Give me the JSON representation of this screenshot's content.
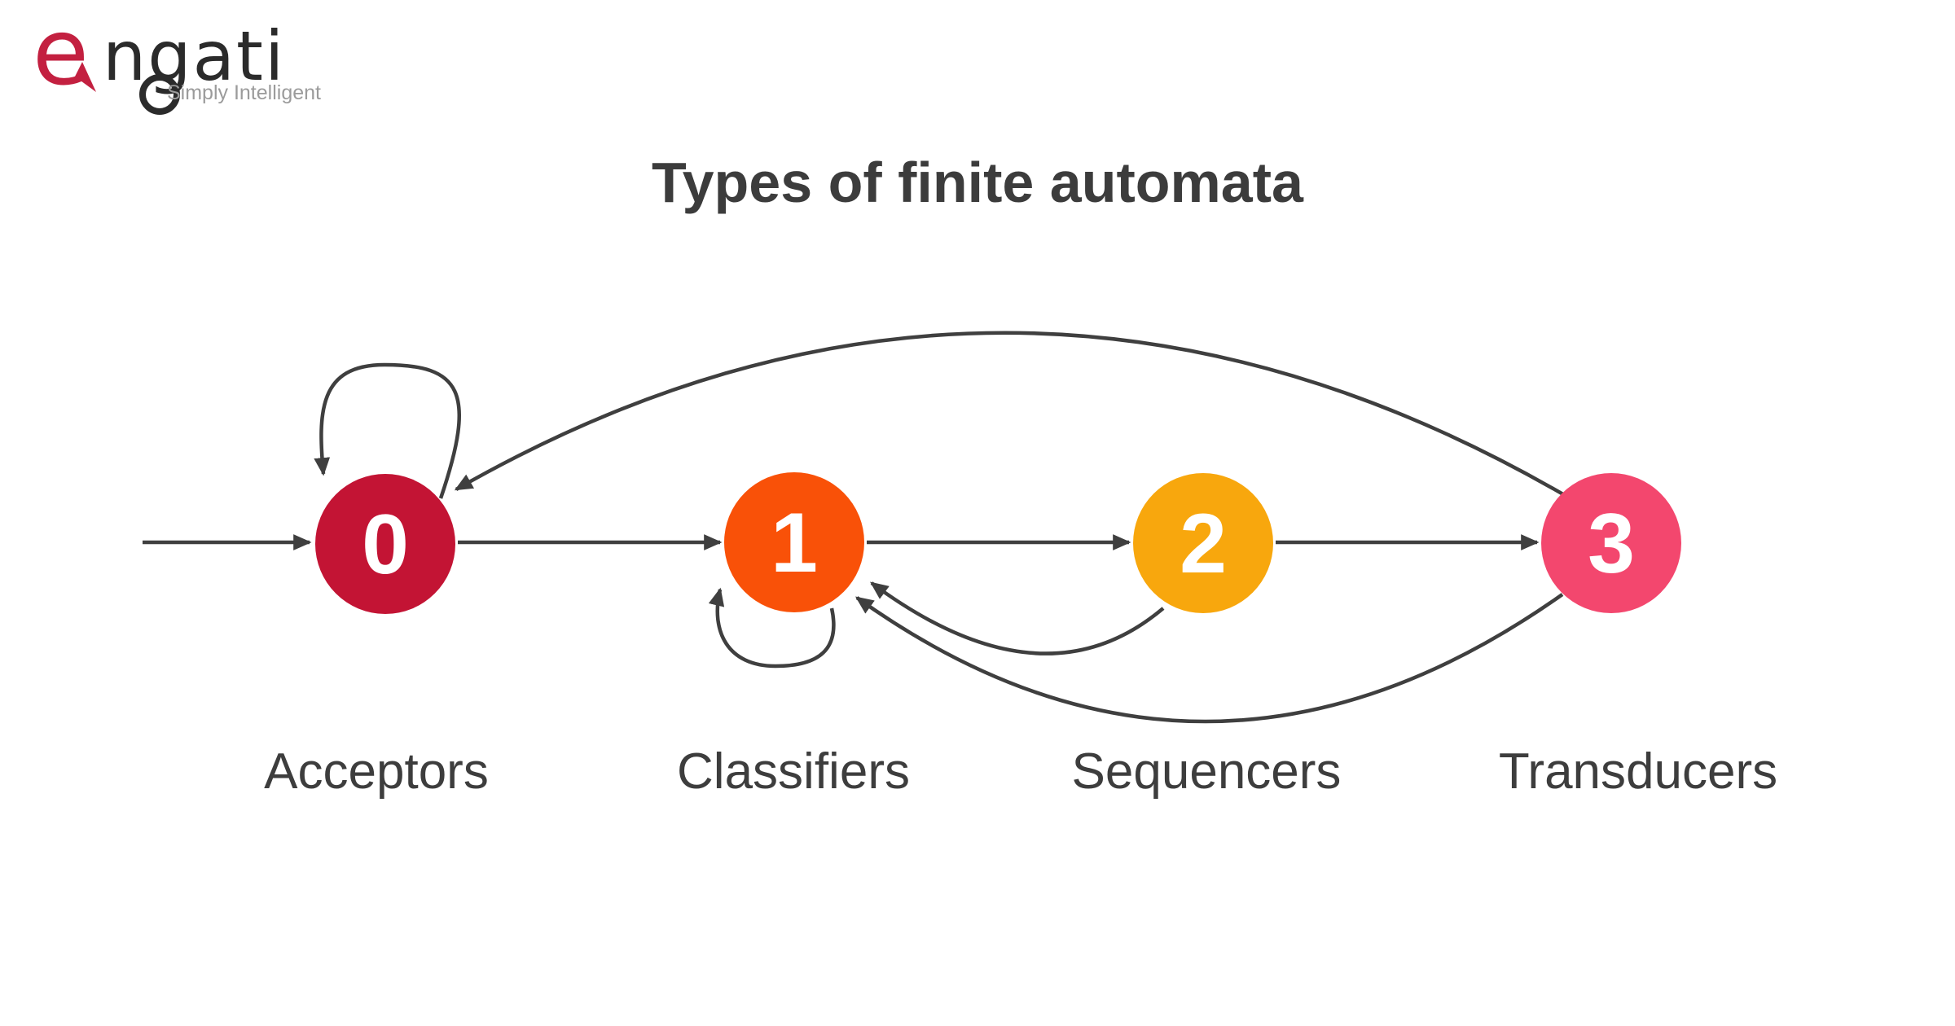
{
  "logo": {
    "brand_e": "e",
    "brand_rest": "ngati",
    "tagline": "Simply Intelligent",
    "accent_color": "#C32040",
    "text_color": "#2B2B2B",
    "tagline_color": "#9B9B9B"
  },
  "title": "Types of finite automata",
  "diagram": {
    "stroke_color": "#3F3F3F",
    "states": [
      {
        "id": "0",
        "label": "0",
        "type_name": "Acceptors",
        "color": "#C31434"
      },
      {
        "id": "1",
        "label": "1",
        "type_name": "Classifiers",
        "color": "#F95108"
      },
      {
        "id": "2",
        "label": "2",
        "type_name": "Sequencers",
        "color": "#F8A70D"
      },
      {
        "id": "3",
        "label": "3",
        "type_name": "Transducers",
        "color": "#F3476E"
      }
    ],
    "edges": [
      {
        "from": "start",
        "to": "0"
      },
      {
        "from": "0",
        "to": "0"
      },
      {
        "from": "0",
        "to": "1"
      },
      {
        "from": "1",
        "to": "1"
      },
      {
        "from": "1",
        "to": "2"
      },
      {
        "from": "2",
        "to": "3"
      },
      {
        "from": "2",
        "to": "1"
      },
      {
        "from": "3",
        "to": "1"
      },
      {
        "from": "3",
        "to": "0"
      }
    ]
  }
}
